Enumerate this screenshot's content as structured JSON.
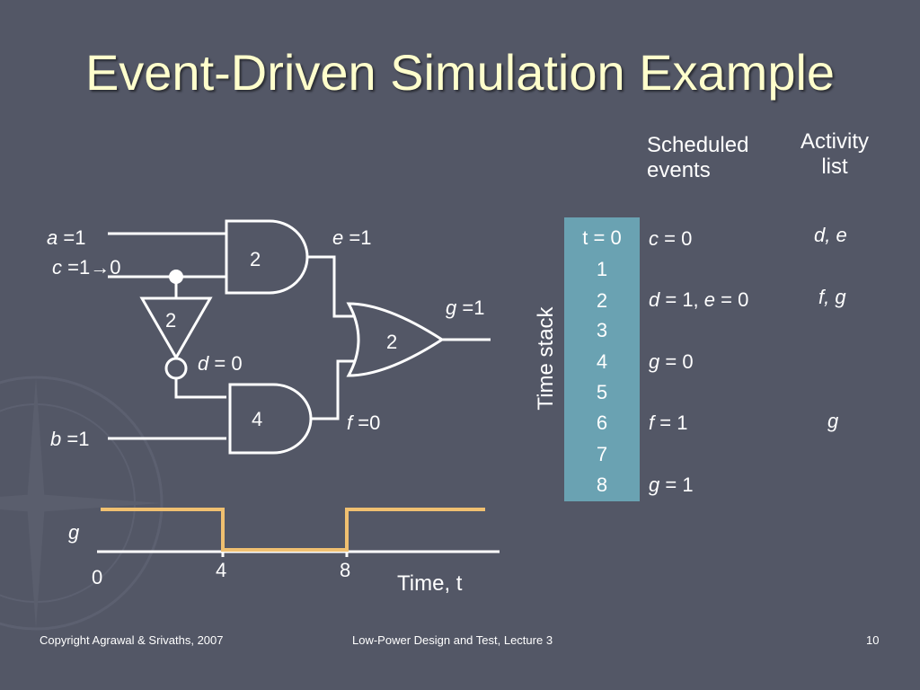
{
  "title": "Event-Driven Simulation Example",
  "circuit": {
    "a_var": "a",
    "a_val": " =1",
    "c_var": "c",
    "c_val": " =1→0",
    "b_var": "b",
    "b_val": " =1",
    "e_var": "e",
    "e_val": " =1",
    "g_var": "g",
    "g_val": " =1",
    "d_var": "d",
    "d_val": " = 0",
    "f_var": "f",
    "f_val": " =0",
    "and_top_delay": "2",
    "not_delay": "2",
    "or_delay": "2",
    "and_bottom_delay": "4"
  },
  "headers": {
    "scheduled_line1": "Scheduled",
    "scheduled_line2": "events",
    "activity_line1": "Activity",
    "activity_line2": "list"
  },
  "time_stack": {
    "label": "Time stack",
    "entries": [
      "t = 0",
      "1",
      "2",
      "3",
      "4",
      "5",
      "6",
      "7",
      "8"
    ]
  },
  "scheduled_events": [
    {
      "var": "c",
      "rest": " = 0"
    },
    {
      "var": "d",
      "mid": " = 1, ",
      "var2": "e",
      "rest": " = 0"
    },
    {
      "var": "g",
      "rest": " = 0"
    },
    {
      "var": "f",
      "rest": " = 1"
    },
    {
      "var": "g",
      "rest": " = 1"
    }
  ],
  "activity_list": [
    "d, e",
    "f, g",
    "g"
  ],
  "waveform": {
    "signal": "g",
    "ticks": [
      "0",
      "4",
      "8"
    ],
    "axis_label": "Time, t",
    "color": "#f0c070"
  },
  "footer": {
    "left": "Copyright Agrawal & Srivaths, 2007",
    "center": "Low-Power Design and Test, Lecture 3",
    "page": "10"
  }
}
